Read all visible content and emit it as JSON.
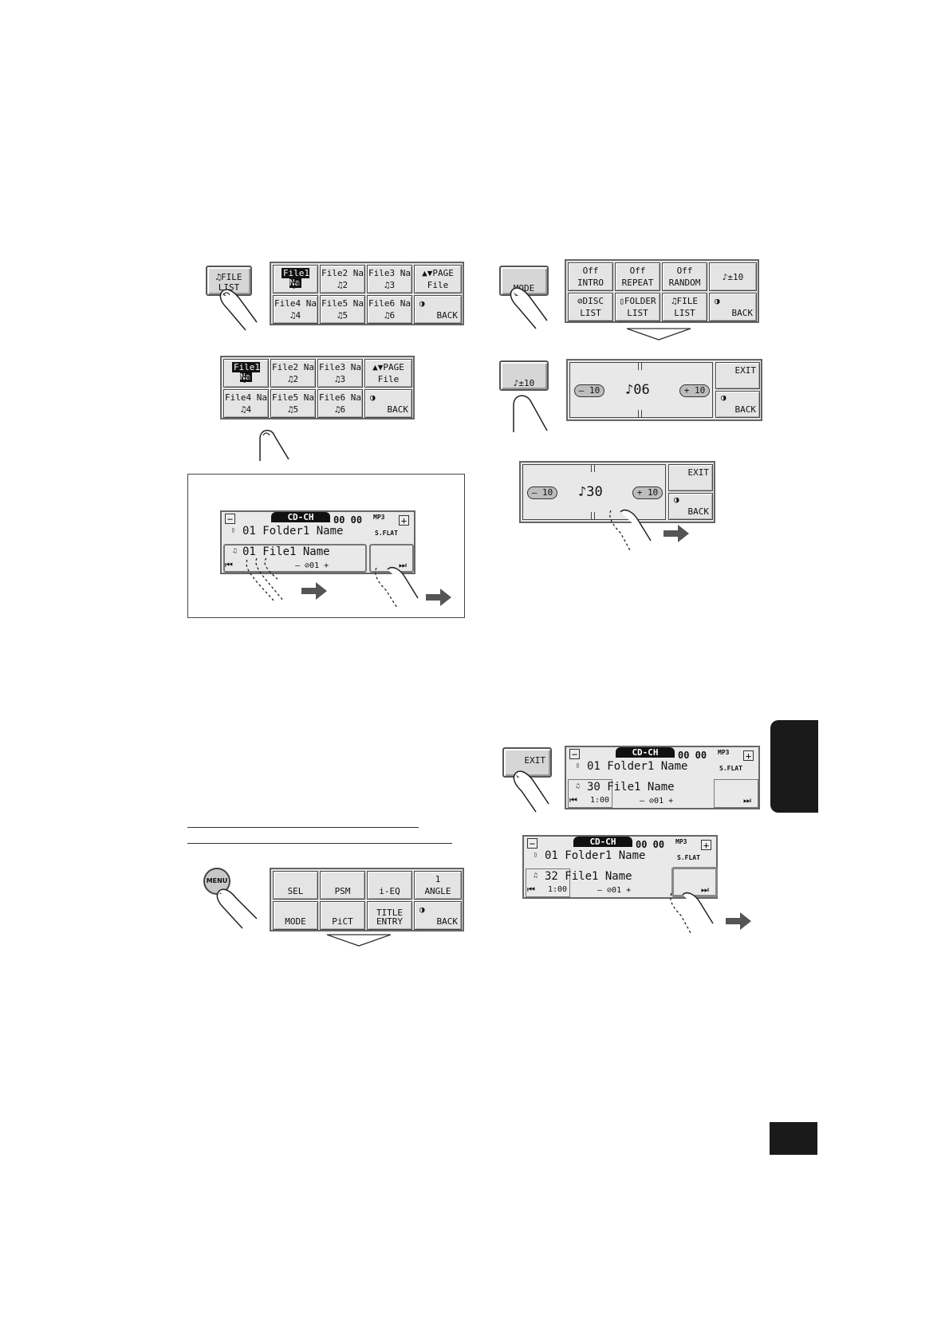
{
  "file_list_button": {
    "line1": "♫FILE",
    "line2": "LIST"
  },
  "file_grid": {
    "row1": [
      {
        "name": "File1 Na",
        "num": "♫1",
        "highlight": true
      },
      {
        "name": "File2 Na",
        "num": "♫2",
        "highlight": false
      },
      {
        "name": "File3 Na",
        "num": "♫3",
        "highlight": false
      }
    ],
    "row2": [
      {
        "name": "File4 Na",
        "num": "♫4"
      },
      {
        "name": "File5 Na",
        "num": "♫5"
      },
      {
        "name": "File6 Na",
        "num": "♫6"
      }
    ],
    "page_label": "▲▼PAGE",
    "page_sub": "File",
    "back_label": "BACK"
  },
  "mode_button": {
    "label": "MODE"
  },
  "mode_grid": {
    "intro": {
      "state": "Off",
      "label": "INTRO"
    },
    "repeat": {
      "state": "Off",
      "label": "REPEAT"
    },
    "random": {
      "state": "Off",
      "label": "RANDOM"
    },
    "skip": "♪±10",
    "disc_list": {
      "line1": "⊘DISC",
      "line2": "LIST"
    },
    "folder_list": {
      "line1": "▯FOLDER",
      "line2": "LIST"
    },
    "file_list": {
      "line1": "♫FILE",
      "line2": "LIST"
    },
    "back": "BACK"
  },
  "skip_button": {
    "label": "♪±10"
  },
  "skip_panel_1": {
    "minus": "— 10",
    "value": "♪06",
    "plus": "+ 10",
    "exit": "EXIT",
    "back": "BACK"
  },
  "skip_panel_2": {
    "minus": "— 10",
    "value": "♪30",
    "plus": "+ 10",
    "exit": "EXIT",
    "back": "BACK"
  },
  "display_1": {
    "badge": "CD-CH",
    "time": "00 00",
    "mp3": "MP3",
    "sound": "S.FLAT",
    "folder_line": "01 Folder1 Name",
    "file_line": "01 File1 Name",
    "disc": "— ⊘01 +",
    "prev": "⏮",
    "next": "⏭",
    "minus": "−",
    "plus": "+"
  },
  "exit_button": {
    "label": "EXIT"
  },
  "display_2": {
    "badge": "CD-CH",
    "time": "00 00",
    "mp3": "MP3",
    "sound": "S.FLAT",
    "folder_line": "01 Folder1 Name",
    "file_line": "30 File1 Name",
    "track_time": "1:00",
    "disc": "— ⊘01 +",
    "prev": "⏮",
    "next": "⏭",
    "minus": "−",
    "plus": "+"
  },
  "display_3": {
    "badge": "CD-CH",
    "time": "00 00",
    "mp3": "MP3",
    "sound": "S.FLAT",
    "folder_line": "01 Folder1 Name",
    "file_line": "32 File1 Name",
    "track_time": "1:00",
    "disc": "— ⊘01 +",
    "prev": "⏮",
    "next": "⏭",
    "minus": "−",
    "plus": "+"
  },
  "menu_button": {
    "label": "MENU"
  },
  "menu_grid": {
    "sel": "SEL",
    "psm": "PSM",
    "ieq": "i-EQ",
    "angle_top": "1",
    "angle": "ANGLE",
    "mode": "MODE",
    "pict": "PiCT",
    "title_top": "TITLE",
    "title": "ENTRY",
    "back": "BACK"
  }
}
